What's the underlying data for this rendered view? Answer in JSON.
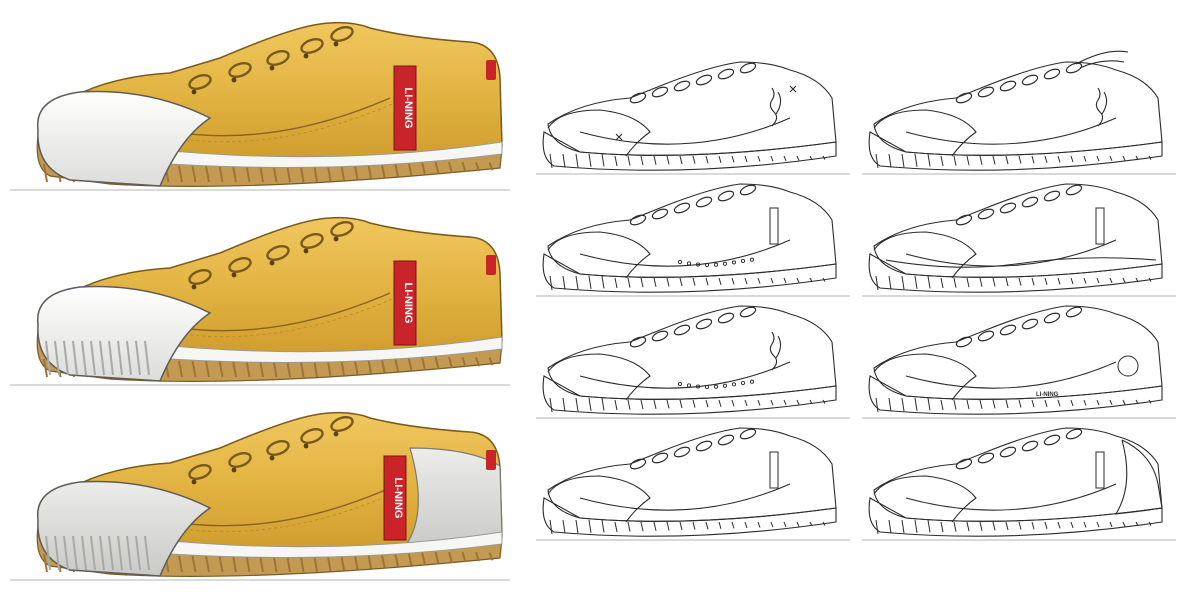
{
  "brand": {
    "tag_text": "LI-NING",
    "small_logo_text": "LI-NING"
  },
  "palette": {
    "canvas": "#d9a93a",
    "canvas_light": "#f3cf6a",
    "sole": "#c49a52",
    "sole_dark": "#9c7438",
    "rubber_white": "#f6f6f4",
    "rubber_grey": "#d9d9d6",
    "tag_red": "#c8242a",
    "ink": "#2b2b2b",
    "ground": "#b5b5b5"
  },
  "rendered_variants": [
    {
      "id": "variant-a",
      "toe_cap": "white-slim",
      "heel_panel": "none"
    },
    {
      "id": "variant-b",
      "toe_cap": "white-ribbed",
      "heel_panel": "none"
    },
    {
      "id": "variant-c",
      "toe_cap": "grey-ribbed",
      "heel_panel": "grey-side"
    }
  ],
  "sketches": [
    {
      "id": "sketch-1",
      "tag": "calligraphy",
      "detail": "cross-stitch"
    },
    {
      "id": "sketch-2",
      "tag": "calligraphy",
      "detail": "long-laces"
    },
    {
      "id": "sketch-3",
      "tag": "logo",
      "detail": "dot-perforations"
    },
    {
      "id": "sketch-4",
      "tag": "logo",
      "detail": "wave-seam"
    },
    {
      "id": "sketch-5",
      "tag": "calligraphy",
      "detail": "arc-perforations"
    },
    {
      "id": "sketch-6",
      "tag": "logo-bottom",
      "detail": "round-emblem"
    },
    {
      "id": "sketch-7",
      "tag": "logo",
      "detail": "tongue-tab"
    },
    {
      "id": "sketch-8",
      "tag": "logo",
      "detail": "heel-panel"
    }
  ]
}
